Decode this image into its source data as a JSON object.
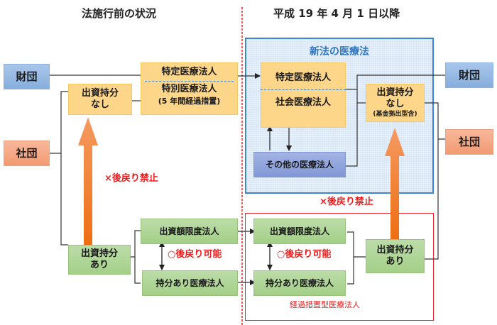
{
  "headings": {
    "before": "法施行前の状況",
    "after": "平成 19 年 4 月 1 日以降"
  },
  "left": {
    "zaidan": "財団",
    "shadan": "社団",
    "no_equity": [
      "出資持分",
      "なし"
    ],
    "with_equity": [
      "出資持分",
      "あり"
    ],
    "tokutei": "特定医療法人",
    "tokubetsu": "特別医療法人",
    "tokubetsu_note": "(5 年間経過措置)",
    "gendo": "出資額限度法人",
    "mochibun": "持分あり医療法人",
    "no_return": "×後戻り禁止",
    "return_ok": "○後戻り可能"
  },
  "right": {
    "panel_title": "新法の医療法",
    "tokutei": "特定医療法人",
    "shakai": "社会医療法人",
    "other": "その他の医療法人",
    "no_equity": [
      "出資持分",
      "なし"
    ],
    "no_equity_note": "(基金拠出型含)",
    "zaidan": "財団",
    "shadan": "社団",
    "no_return": "×後戻り禁止",
    "gendo": "出資額限度法人",
    "mochibun": "持分あり医療法人",
    "return_ok": "○後戻り可能",
    "with_equity": [
      "出資持分",
      "あり"
    ],
    "transition_label": "経過措置型医療法人"
  },
  "colors": {
    "divider": "#ee2222",
    "arrow": "#f07a2c",
    "panel_border": "#3d86cf",
    "red_text": "#ee1c1c"
  }
}
